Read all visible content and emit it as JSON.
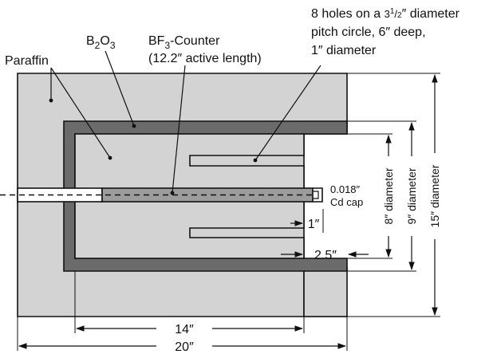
{
  "colors": {
    "paraffin": "#d3d3d3",
    "boron_oxide": "#6b6b6b",
    "outline": "#111111",
    "background": "#ffffff"
  },
  "labels": {
    "paraffin": "Paraffin",
    "b2o3_main": "B",
    "b2o3_sub1": "2",
    "b2o3_mid": "O",
    "b2o3_sub2": "3",
    "counter_main": "BF",
    "counter_sub": "3",
    "counter_rest": "-Counter",
    "counter_line2": "(12.2″ active length)",
    "holes_line1_a": "8 holes on a ",
    "holes_line1_b": "3",
    "holes_line1_c": "1",
    "holes_line1_d": "/",
    "holes_line1_e": "2",
    "holes_line1_f": "″ diameter",
    "holes_line2": "pitch circle, 6″ deep,",
    "holes_line3": "1″ diameter",
    "cd_line1": "0.018″",
    "cd_line2": "Cd cap"
  },
  "dimensions": {
    "d14": "14″",
    "d20": "20″",
    "d1": "1″",
    "d2_5": "2.5″",
    "d8": "8″ diameter",
    "d9": "9″ diameter",
    "d15": "15″ diameter"
  }
}
